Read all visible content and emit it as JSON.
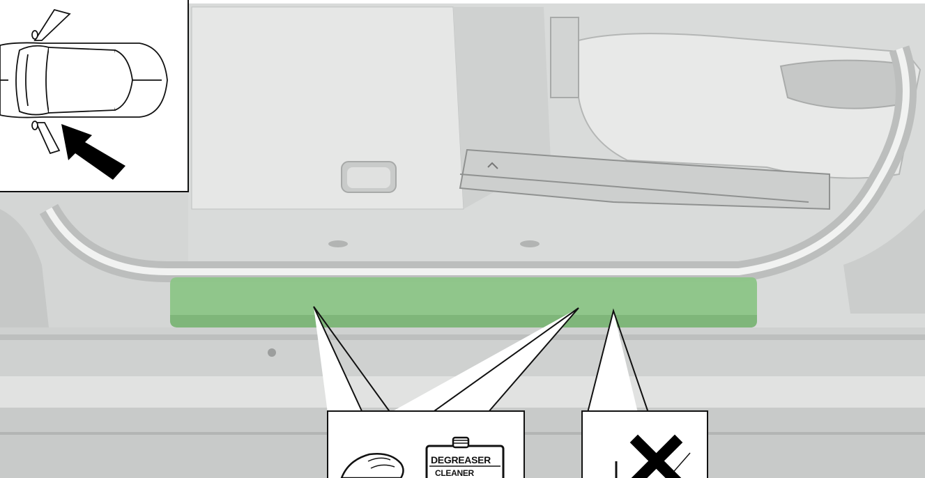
{
  "figure": {
    "callouts": [
      {
        "name": "clean-with-degreaser",
        "labels": [
          "DEGREASER",
          "CLEANER"
        ]
      },
      {
        "name": "do-not-use",
        "symbol": "cross"
      }
    ],
    "colors": {
      "application_area": "#8cc587",
      "body_panel": "#dcdedd",
      "outline": "#111111",
      "arrow": "#000000"
    },
    "icons": [
      "car-top-view-icon",
      "direction-arrow-icon",
      "hand-wiping-icon",
      "degreaser-can-icon",
      "prohibited-cross-icon"
    ]
  }
}
